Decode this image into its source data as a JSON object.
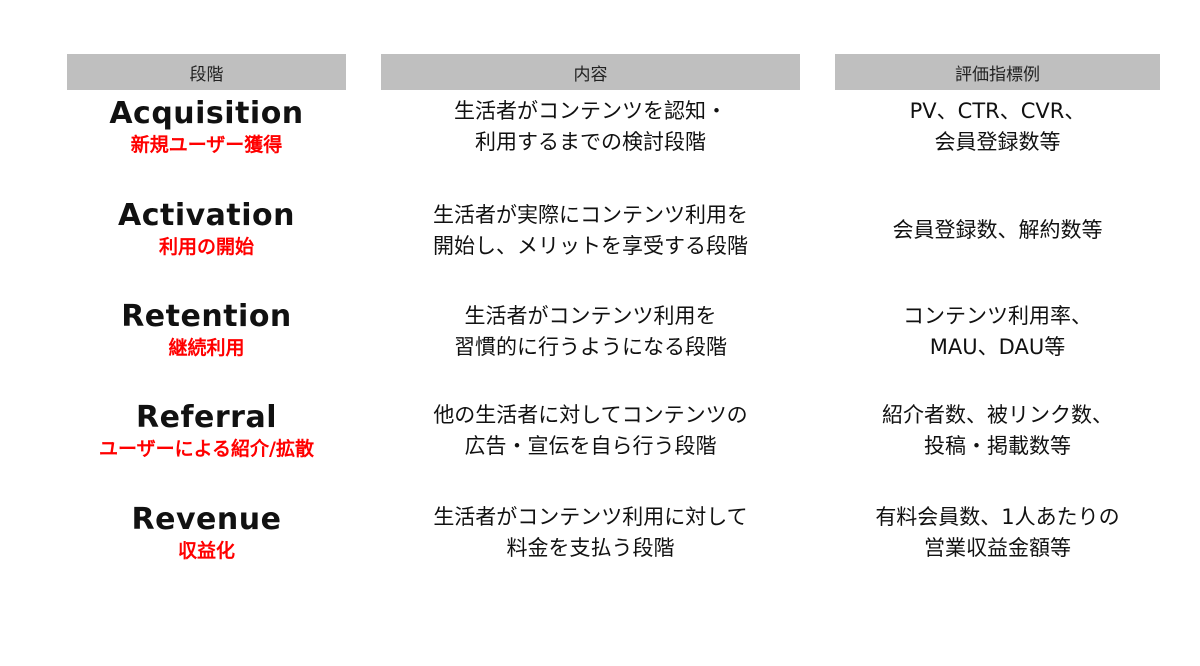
{
  "colors": {
    "header_bg": "#bfbfbf",
    "subtitle_red": "#ff0000",
    "text": "#111111"
  },
  "headers": {
    "stage": "段階",
    "content": "内容",
    "metric": "評価指標例"
  },
  "rows": [
    {
      "stage_en": "Acquisition",
      "stage_ja": "新規ユーザー獲得",
      "content": "生活者がコンテンツを認知・\n利用するまでの検討段階",
      "metric": "PV、CTR、CVR、\n会員登録数等"
    },
    {
      "stage_en": "Activation",
      "stage_ja": "利用の開始",
      "content": "生活者が実際にコンテンツ利用を\n開始し、メリットを享受する段階",
      "metric": "会員登録数、解約数等"
    },
    {
      "stage_en": "Retention",
      "stage_ja": "継続利用",
      "content": "生活者がコンテンツ利用を\n習慣的に行うようになる段階",
      "metric": "コンテンツ利用率、\nMAU、DAU等"
    },
    {
      "stage_en": "Referral",
      "stage_ja": "ユーザーによる紹介/拡散",
      "content": "他の生活者に対してコンテンツの\n広告・宣伝を自ら行う段階",
      "metric": "紹介者数、被リンク数、\n投稿・掲載数等"
    },
    {
      "stage_en": "Revenue",
      "stage_ja": "収益化",
      "content": "生活者がコンテンツ利用に対して\n料金を支払う段階",
      "metric": "有料会員数、1人あたりの\n営業収益金額等"
    }
  ]
}
